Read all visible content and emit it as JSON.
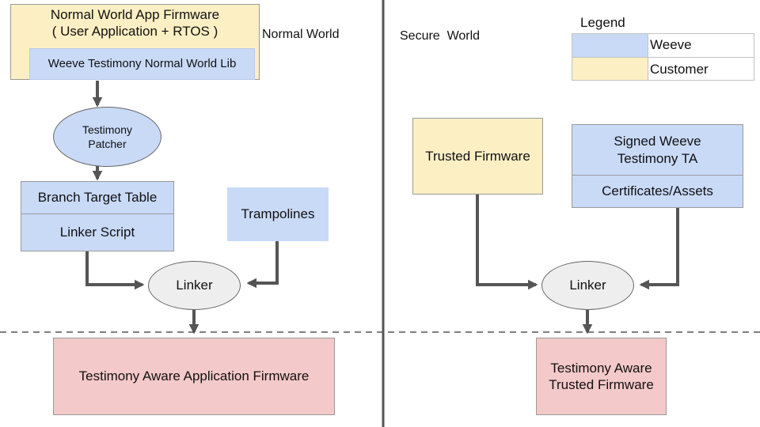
{
  "normal_world": {
    "label": "Normal World",
    "app_firmware_line1": "Normal World App Firmware",
    "app_firmware_line2": "( User Application + RTOS )",
    "testimony_lib": "Weeve Testimony Normal World  Lib",
    "patcher_line1": "Testimony",
    "patcher_line2": "Patcher",
    "branch_target_table": "Branch Target Table",
    "linker_script": "Linker Script",
    "trampolines": "Trampolines",
    "linker": "Linker",
    "output_firmware": "Testimony Aware Application Firmware"
  },
  "secure_world": {
    "label": "Secure  World",
    "trusted_firmware": "Trusted Firmware",
    "signed_ta_line1": "Signed Weeve",
    "signed_ta_line2": "Testimony TA",
    "certificates": "Certificates/Assets",
    "linker": "Linker",
    "output_line1": "Testimony Aware",
    "output_line2": "Trusted Firmware"
  },
  "legend": {
    "title": "Legend",
    "items": [
      {
        "label": "Weeve",
        "color": "#c9daf7"
      },
      {
        "label": "Customer",
        "color": "#fcefc4"
      }
    ]
  },
  "colors": {
    "weeve": "#c9daf7",
    "customer": "#fcefc4",
    "output": "#f4c9c9",
    "linker": "#eeeeee",
    "arrow": "#555555"
  }
}
